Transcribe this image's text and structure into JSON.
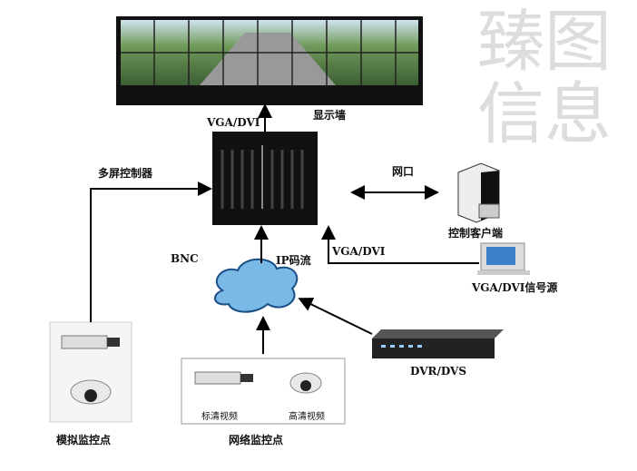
{
  "watermark": "臻图信息",
  "labels": {
    "display_wall": "显示墙",
    "vga_dvi_top": "VGA/DVI",
    "multi_screen_controller": "多屏控制器",
    "network_port": "网口",
    "control_client": "控制客户端",
    "bnc": "BNC",
    "ip_stream": "IP码流",
    "vga_dvi_mid": "VGA/DVI",
    "vga_dvi_source": "VGA/DVI信号源",
    "dvr_dvs": "DVR/DVS",
    "analog_points": "模拟监控点",
    "network_points": "网络监控点",
    "sd_video": "标清视频",
    "hd_video": "高清视频"
  }
}
